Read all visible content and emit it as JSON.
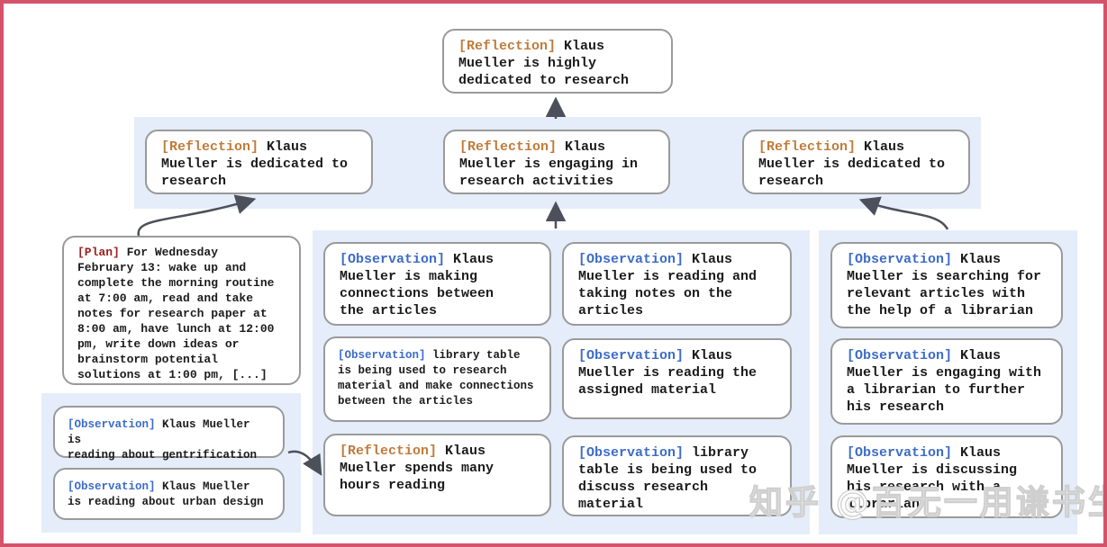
{
  "watermark": "知乎 @百无一用谦书生",
  "colors": {
    "frame": "#d4536b",
    "band_background": "#e4edf9",
    "box_border": "#9a9a9a",
    "tag_reflection": "#c07b3a",
    "tag_observation": "#3c6cc8",
    "tag_plan": "#9b2020",
    "body_text": "#1b1b1b",
    "arrow": "#4b505a"
  },
  "nodes": {
    "top_reflection": {
      "tag": "[Reflection]",
      "text": " Klaus\nMueller is highly\ndedicated to research"
    },
    "reflection_left": {
      "tag": "[Reflection]",
      "text": " Klaus\nMueller is dedicated to\nresearch"
    },
    "reflection_center": {
      "tag": "[Reflection]",
      "text": " Klaus\nMueller is engaging in\nresearch activities"
    },
    "reflection_right": {
      "tag": "[Reflection]",
      "text": " Klaus\nMueller is dedicated to\nresearch"
    },
    "plan": {
      "tag": "[Plan]",
      "text": " For Wednesday\nFebruary 13: wake up and\ncomplete the morning routine\nat 7:00 am, read and take\nnotes for research paper at\n8:00 am, have lunch at 12:00\npm, write down ideas or\nbrainstorm potential\nsolutions at 1:00 pm, [...]"
    },
    "obs_gentrification": {
      "tag": "[Observation]",
      "text": " Klaus Mueller is\nreading about gentrification"
    },
    "obs_urban_design": {
      "tag": "[Observation]",
      "text": " Klaus Mueller\nis reading about urban design"
    },
    "obs_making_connections": {
      "tag": "[Observation]",
      "text": " Klaus\nMueller is making\nconnections between\nthe articles"
    },
    "obs_library_research": {
      "tag": "[Observation]",
      "text": " library table\nis being used to research\nmaterial and make connections\nbetween the articles"
    },
    "reflection_hours_reading": {
      "tag": "[Reflection]",
      "text": " Klaus\nMueller spends many\nhours reading"
    },
    "obs_taking_notes": {
      "tag": "[Observation]",
      "text": " Klaus\nMueller is reading and\ntaking notes on the\narticles"
    },
    "obs_assigned_material": {
      "tag": "[Observation]",
      "text": " Klaus\nMueller is reading the\nassigned material"
    },
    "obs_library_discuss": {
      "tag": "[Observation]",
      "text": " library\ntable is being used to\ndiscuss research material"
    },
    "obs_searching_articles": {
      "tag": "[Observation]",
      "text": " Klaus\nMueller is searching for\nrelevant articles with\nthe help of a librarian"
    },
    "obs_engaging_librarian": {
      "tag": "[Observation]",
      "text": " Klaus\nMueller is engaging with\na librarian to further\nhis research"
    },
    "obs_discussing_research": {
      "tag": "[Observation]",
      "text": " Klaus\nMueller is discussing\nhis research with a\nlibrarian"
    }
  }
}
